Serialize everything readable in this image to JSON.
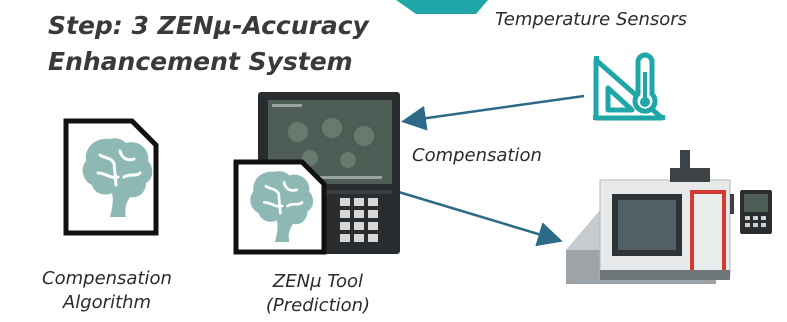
{
  "title": {
    "line1": "Step: 3 ZENμ-Accuracy",
    "line2": "Enhancement System"
  },
  "labels": {
    "temperature_sensors": "Temperature Sensors",
    "compensation": "Compensation",
    "compensation_algorithm_line1": "Compensation",
    "compensation_algorithm_line2": "Algorithm",
    "zenmu_tool_line1": "ZENμ Tool",
    "zenmu_tool_line2": "(Prediction)"
  },
  "colors": {
    "accent_teal": "#1fa7a8",
    "arrow": "#2d6a87",
    "brain": "#8db8b4",
    "title_text": "#3a3a3a"
  },
  "icons": [
    "brain-document-icon",
    "thermometer-icon",
    "cnc-control-panel",
    "cnc-machine"
  ]
}
